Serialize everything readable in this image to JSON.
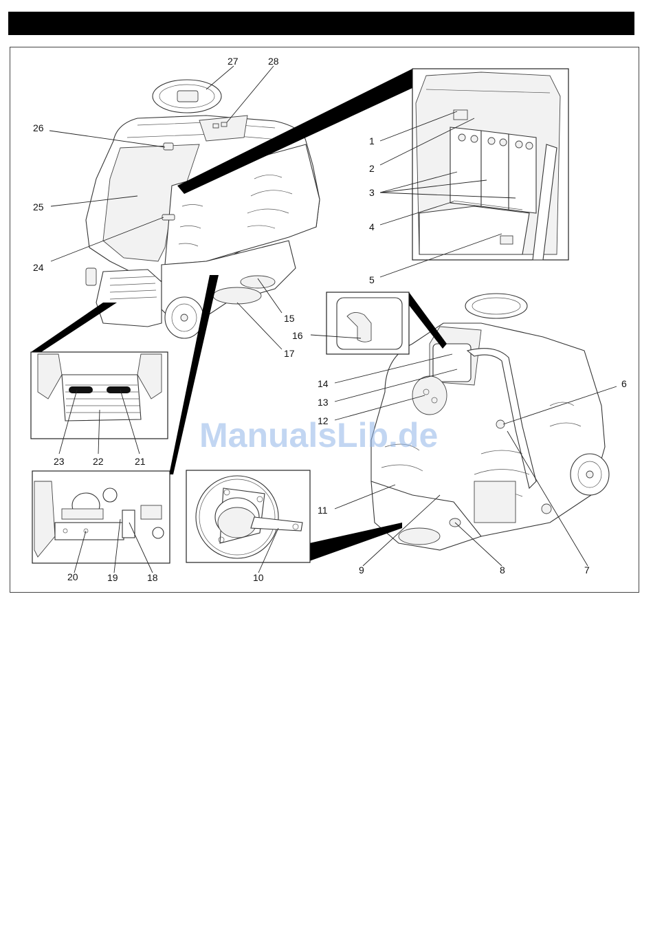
{
  "watermark": "ManualsLib.de",
  "callouts": {
    "c1": "1",
    "c2": "2",
    "c3": "3",
    "c4": "4",
    "c5": "5",
    "c6": "6",
    "c7": "7",
    "c8": "8",
    "c9": "9",
    "c10": "10",
    "c11": "11",
    "c12": "12",
    "c13": "13",
    "c14": "14",
    "c15": "15",
    "c16": "16",
    "c17": "17",
    "c18": "18",
    "c19": "19",
    "c20": "20",
    "c21": "21",
    "c22": "22",
    "c23": "23",
    "c24": "24",
    "c25": "25",
    "c26": "26",
    "c27": "27",
    "c28": "28"
  }
}
